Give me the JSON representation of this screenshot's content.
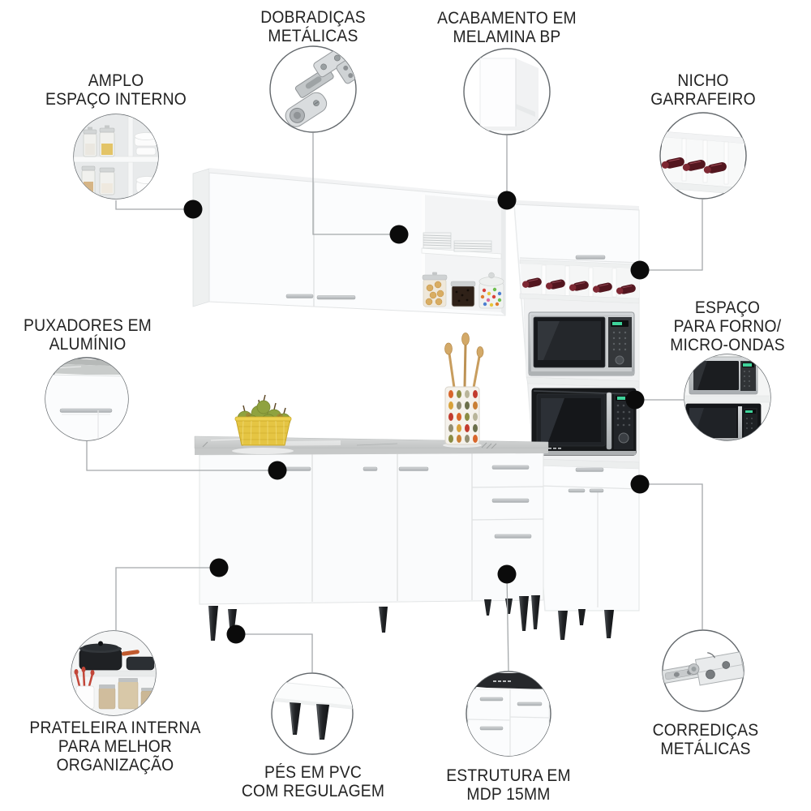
{
  "callouts": [
    {
      "id": "amplo-espaco-interno",
      "label": "AMPLO\nESPAÇO INTERNO",
      "icon": "cabinet-interior-jars-icon"
    },
    {
      "id": "dobradicas-metalicas",
      "label": "DOBRADIÇAS\nMETÁLICAS",
      "icon": "metal-hinge-icon"
    },
    {
      "id": "acabamento-melamina-bp",
      "label": "ACABAMENTO EM\nMELAMINA BP",
      "icon": "melamine-panel-icon"
    },
    {
      "id": "nicho-garrafeiro",
      "label": "NICHO\nGARRAFEIRO",
      "icon": "wine-bottle-rack-icon"
    },
    {
      "id": "puxadores-aluminio",
      "label": "PUXADORES EM\nALUMÍNIO",
      "icon": "aluminum-handle-icon"
    },
    {
      "id": "espaco-forno-microondas",
      "label": "ESPAÇO\nPARA FORNO/\nMICRO-ONDAS",
      "icon": "stacked-microwaves-icon"
    },
    {
      "id": "prateleira-interna",
      "label": "PRATELEIRA INTERNA\nPARA MELHOR\nORGANIZAÇÃO",
      "icon": "internal-shelf-pots-icon"
    },
    {
      "id": "pes-pvc-regulagem",
      "label": "PÉS EM PVC\nCOM REGULAGEM",
      "icon": "adjustable-pvc-feet-icon"
    },
    {
      "id": "estrutura-mdp-15mm",
      "label": "ESTRUTURA EM\nMDP 15MM",
      "icon": "mdp-cabinet-structure-icon"
    },
    {
      "id": "corredicas-metalicas",
      "label": "CORREDIÇAS\nMETÁLICAS",
      "icon": "metal-drawer-slide-icon"
    }
  ],
  "colors": {
    "background": "#ffffff",
    "label_text": "#232323",
    "callout_line": "#a4a8aa",
    "callout_dot": "#0b0b0b",
    "circle_border": "#63686c",
    "cabinet_white": "#fbfcfd",
    "countertop_gray": "#c9cccb",
    "leg_dark": "#232528",
    "wine_bottle": "#53161f",
    "microwave_display_green": "#3fd39b",
    "fruit_green": "#8fa23f",
    "basket_yellow": "#e5c543",
    "pot_handle_orange": "#c05a2e"
  },
  "illustration": {
    "subject": "white-kitchen-cabinet-set",
    "parts": [
      "wall-cabinet-two-doors",
      "open-shelves-plates-jars",
      "oven-tower-wine-rack",
      "two-microwaves",
      "base-cabinet-three-doors",
      "drawer-stack",
      "marble-countertop",
      "fruit-bowl-pears",
      "utensil-holder-spoons",
      "pvc-feet"
    ]
  }
}
